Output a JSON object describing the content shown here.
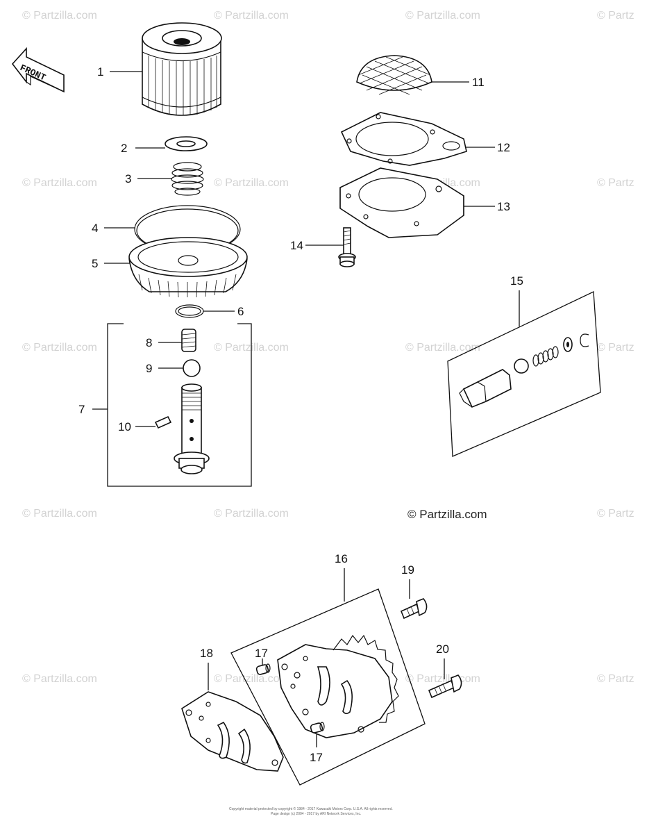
{
  "watermark": "© Partzilla.com",
  "watermark_partial": "© Partz",
  "credit": "© Partzilla.com",
  "front_label": "FRONT",
  "legal": {
    "line1": "Copyright material protected by copyright © 1984 - 2017 Kawasaki Motors Corp. U.S.A. All rights reserved.",
    "line2": "Page design (c) 2004 - 2017 by ARI Network Services, Inc."
  },
  "callouts": {
    "c1": "1",
    "c2": "2",
    "c3": "3",
    "c4": "4",
    "c5": "5",
    "c6": "6",
    "c7": "7",
    "c8": "8",
    "c9": "9",
    "c10": "10",
    "c11": "11",
    "c12": "12",
    "c13": "13",
    "c14": "14",
    "c15": "15",
    "c16": "16",
    "c17a": "17",
    "c17b": "17",
    "c18": "18",
    "c19": "19",
    "c20": "20"
  }
}
